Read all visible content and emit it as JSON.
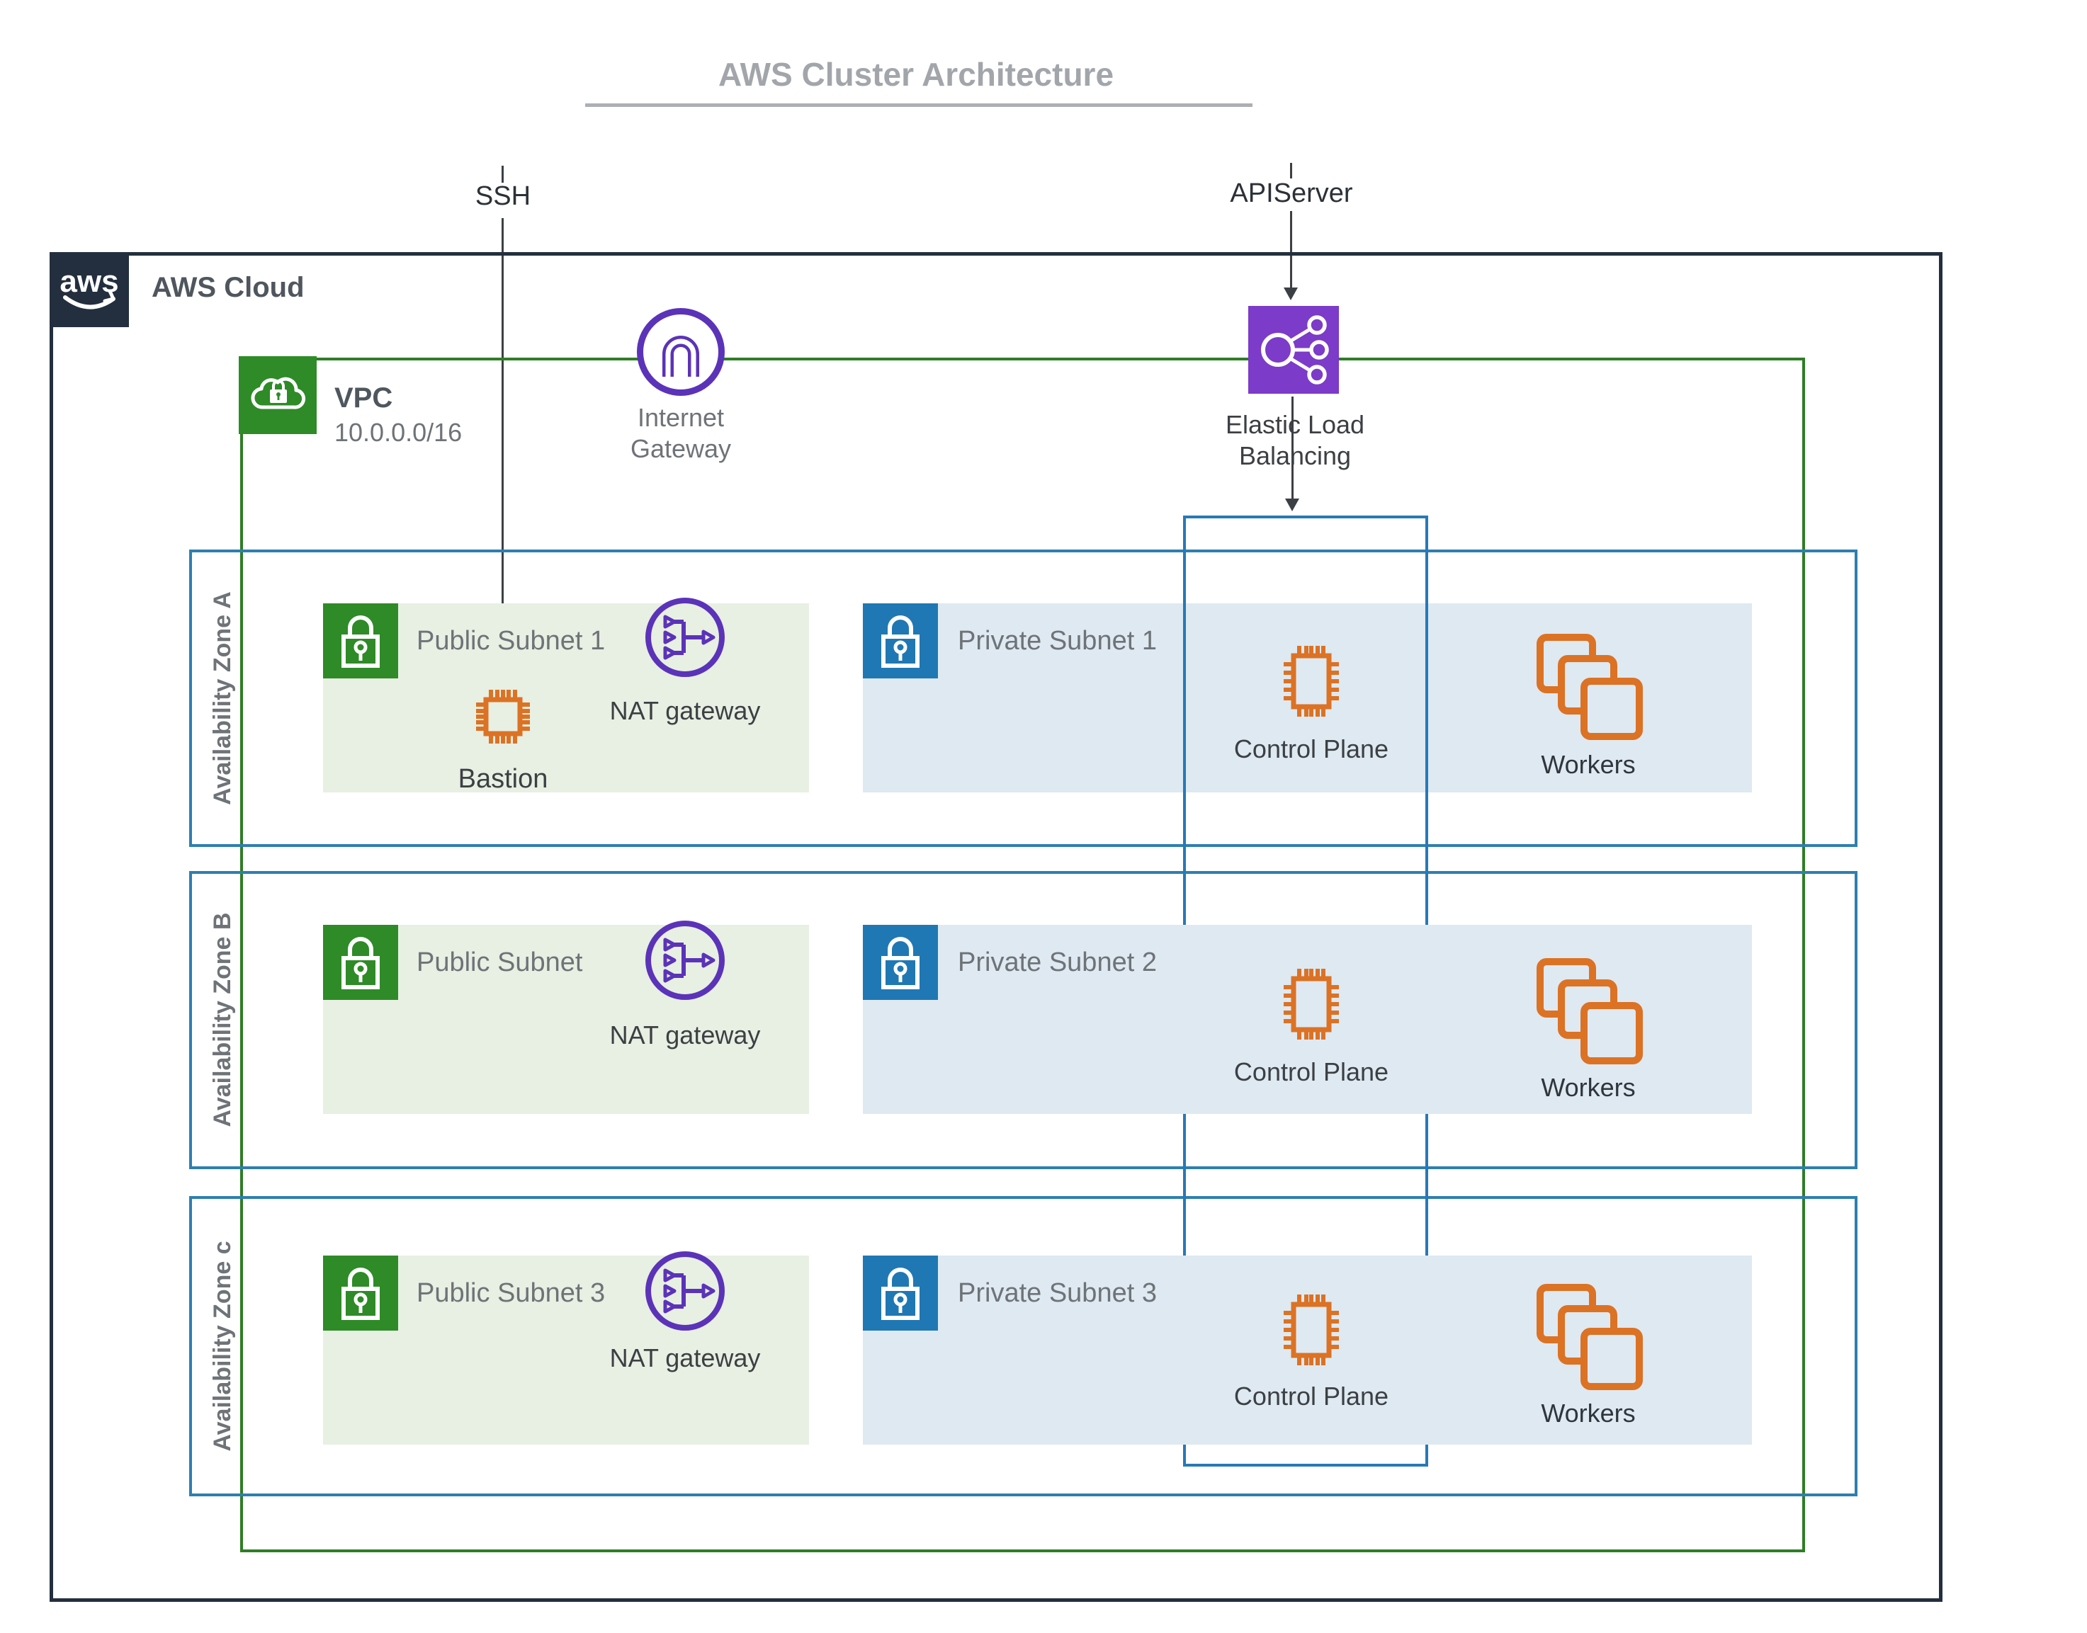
{
  "title": "AWS Cluster Architecture",
  "annotations": {
    "ssh": "SSH",
    "apiserver": "APIServer"
  },
  "cloud": {
    "logo": "aws",
    "label": "AWS Cloud"
  },
  "vpc": {
    "name": "VPC",
    "cidr": "10.0.0.0/16"
  },
  "internet_gateway": {
    "line1": "Internet",
    "line2": "Gateway"
  },
  "elastic_load_balancing": {
    "line1": "Elastic Load",
    "line2": "Balancing"
  },
  "zones": [
    {
      "label": "Availability Zone A",
      "public_subnet": "Public Subnet 1",
      "nat_gateway": "NAT gateway",
      "bastion": "Bastion",
      "private_subnet": "Private Subnet 1",
      "control_plane": "Control Plane",
      "workers": "Workers"
    },
    {
      "label": "Availability Zone B",
      "public_subnet": "Public Subnet",
      "nat_gateway": "NAT gateway",
      "private_subnet": "Private Subnet 2",
      "control_plane": "Control Plane",
      "workers": "Workers"
    },
    {
      "label": "Availability Zone c",
      "public_subnet": "Public Subnet 3",
      "nat_gateway": "NAT gateway",
      "private_subnet": "Private Subnet 3",
      "control_plane": "Control Plane",
      "workers": "Workers"
    }
  ],
  "colors": {
    "aws_dark": "#232F3E",
    "vpc_green_border": "#2E7D25",
    "green_icon": "#2E8B27",
    "public_subnet_bg": "#E8EFE3",
    "private_subnet_bg": "#DEE9F2",
    "az_blue_border": "#2E7FAF",
    "lock_blue": "#1F78B4",
    "gateway_purple": "#5B33B8",
    "elb_purple": "#7C3BC8",
    "compute_orange": "#DC7224",
    "arrow_dark": "#3B4045",
    "title_gray": "#A2A6AB"
  }
}
